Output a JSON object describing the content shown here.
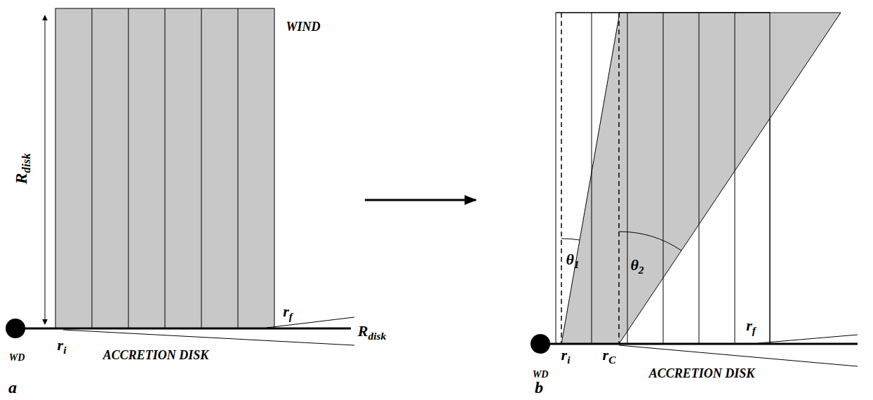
{
  "diagram": {
    "labels": [
      "WIND",
      "Rdisk",
      "rf",
      "Rdisk",
      "WD",
      "ri",
      "ACCRETION DISK",
      "a",
      "θ1",
      "θ2",
      "ri",
      "rC",
      "rf",
      "WD",
      "ACCRETION DISK",
      "b"
    ]
  }
}
